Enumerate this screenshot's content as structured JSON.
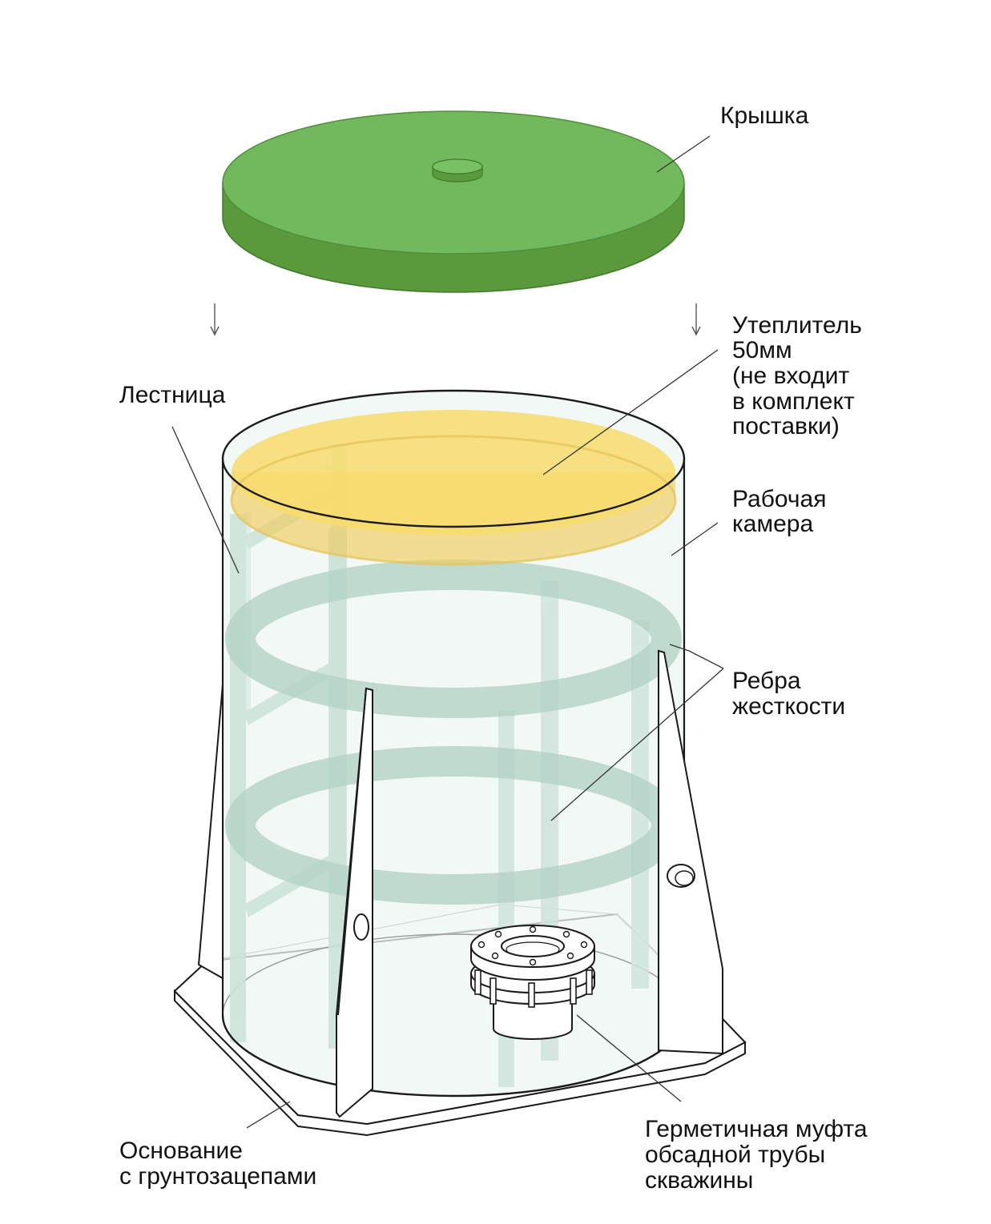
{
  "labels": {
    "lid": "Крышка",
    "insulation": [
      "Утеплитель",
      "50мм",
      "(не входит",
      "в комплект",
      "поставки)"
    ],
    "ladder": "Лестница",
    "chamber": [
      "Рабочая",
      "камера"
    ],
    "ribs": [
      "Ребра",
      "жесткости"
    ],
    "base": [
      "Основание",
      "с грунтозацепами"
    ],
    "coupling": [
      "Герметичная муфта",
      "обсадной трубы",
      "скважины"
    ]
  },
  "colors": {
    "lid_top": "#72b85c",
    "lid_side": "#5a9a3c",
    "insulation": "#f8dc6c",
    "glass": "#dceee7",
    "rib": "#b9d6cc",
    "outline": "#1a1a1a"
  }
}
